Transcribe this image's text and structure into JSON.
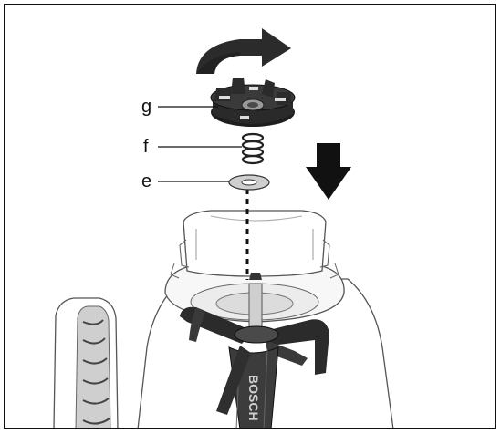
{
  "callouts": {
    "g": "g",
    "f": "f",
    "e": "e"
  },
  "brand_text": "BOSCH",
  "colors": {
    "dark_part": "#2b2b2b",
    "mid_gray": "#8c8c8c",
    "light_gray": "#d9d9d9",
    "outline": "#111111"
  },
  "icons": {
    "rotate_arrow": "curved-arrow-clockwise-icon",
    "down_arrow": "arrow-down-icon"
  }
}
